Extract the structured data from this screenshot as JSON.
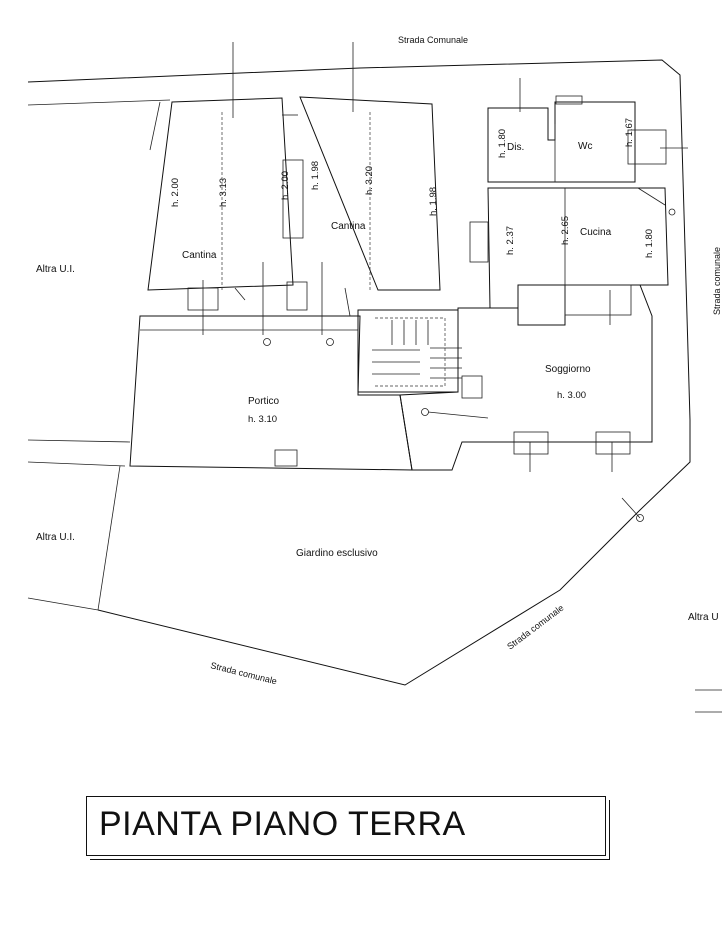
{
  "title": "PIANTA PIANO TERRA",
  "streets": {
    "top": "Strada Comunale",
    "right": "Strada comunale",
    "diagonal": "Strada comunale",
    "bottom": "Strada comunale"
  },
  "neighbors": {
    "left_upper": "Altra U.I.",
    "left_lower": "Altra U.I.",
    "right_cut": "Altra U"
  },
  "rooms": {
    "cantina_left": "Cantina",
    "cantina_center": "Cantina",
    "dis": "Dis.",
    "wc": "Wc",
    "cucina": "Cucina",
    "soggiorno": "Soggiorno",
    "portico": "Portico",
    "giardino": "Giardino esclusivo"
  },
  "heights": {
    "cantina_left_a": "h. 2.00",
    "cantina_left_b": "h. 3.13",
    "cantina_left_c": "h. 2.00",
    "cantina_center_a": "h. 1.98",
    "cantina_center_b": "h. 3.20",
    "cantina_center_c": "h. 1.98",
    "dis": "h. 1.80",
    "wc": "h. 1.67",
    "room_237": "h. 2.37",
    "cucina_a": "h. 2.65",
    "cucina_b": "h. 1.80",
    "soggiorno": "h. 3.00",
    "portico": "h. 3.10"
  }
}
